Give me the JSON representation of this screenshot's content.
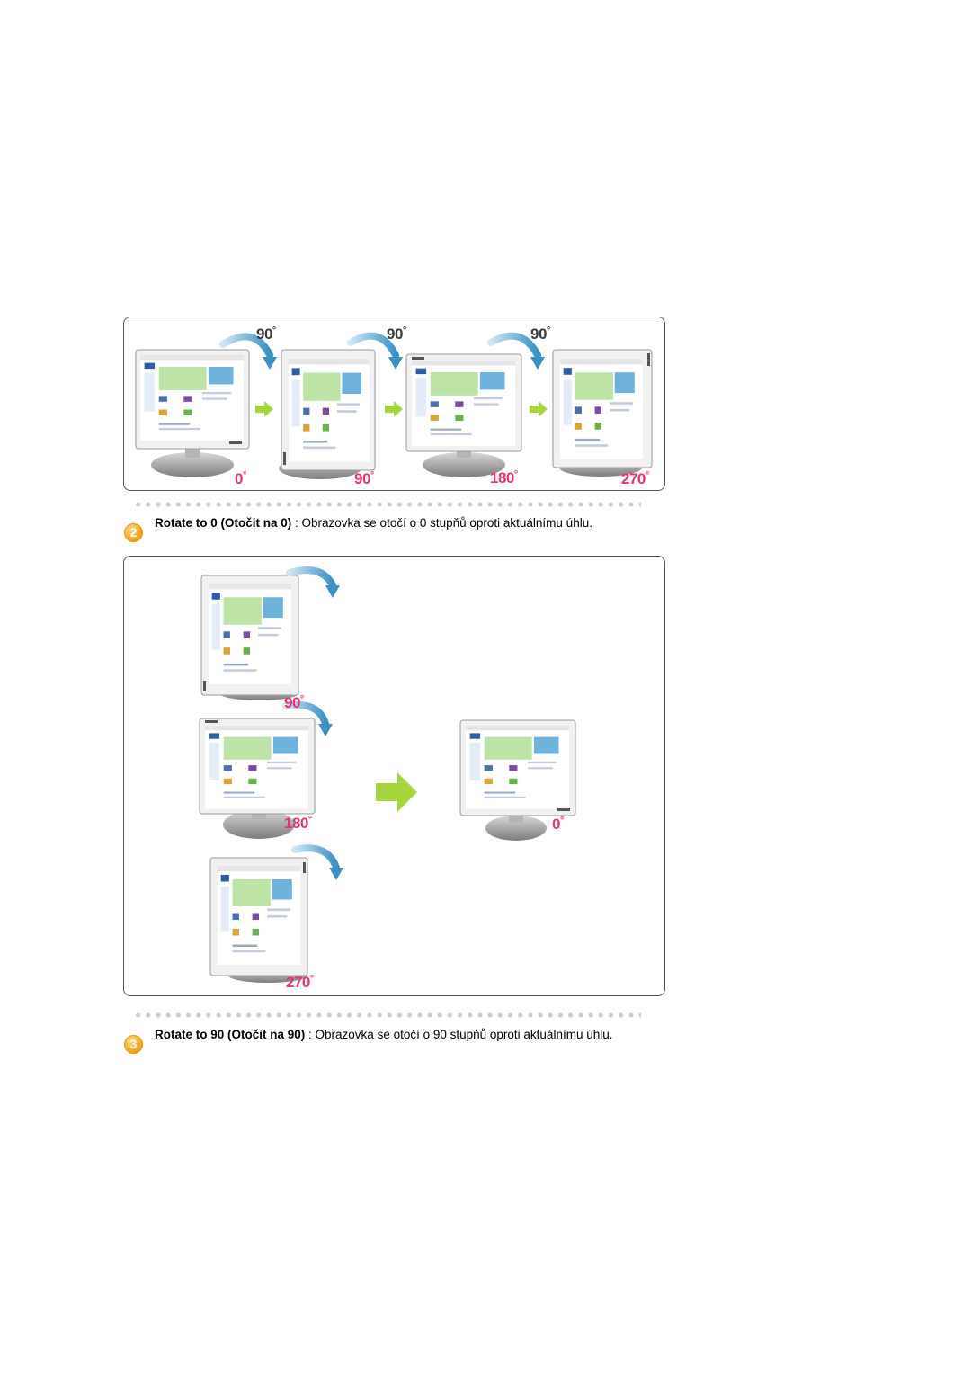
{
  "panel1": {
    "rotation_labels": [
      "90",
      "90",
      "90"
    ],
    "angle_labels": [
      "0",
      "90",
      "180",
      "270"
    ],
    "degree_mark": "°"
  },
  "step2": {
    "number": "2",
    "title": "Rotate to 0 (Otočit na 0)",
    "description": " : Obrazovka se otočí o 0 stupňů oproti aktuálnímu úhlu."
  },
  "panel2": {
    "angle_labels": [
      "90",
      "180",
      "270"
    ],
    "result_label": "0",
    "degree_mark": "°"
  },
  "step3": {
    "number": "3",
    "title": "Rotate to 90 (Otočit na 90)",
    "description": " : Obrazovka se otočí o 90 stupňů oproti aktuálnímu úhlu."
  },
  "colors": {
    "accent_pink": "#e8336f",
    "arrow_green": "#a6d63c",
    "arrow_blue": "#3b8fc4",
    "badge_orange": "#f2a21a"
  }
}
